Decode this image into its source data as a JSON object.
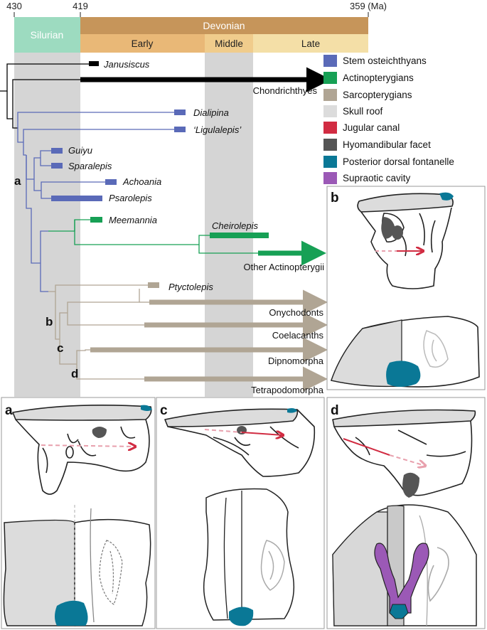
{
  "colors": {
    "stem": "#5a6ab8",
    "actino": "#17a055",
    "sarco": "#b0a594",
    "skull": "#dcdcdc",
    "jugular": "#d12c42",
    "hyomandibular": "#555555",
    "fontanelle": "#0a7896",
    "supraotic": "#9b59b6",
    "silurian": "#9ddbc0",
    "devonian": "#c6955a",
    "early": "#e9b877",
    "middle": "#f0cc8c",
    "late": "#f4dfa7"
  },
  "timescale": {
    "ticks": [
      "430",
      "419",
      "359 (Ma)"
    ],
    "periods": [
      "Silurian",
      "Devonian"
    ],
    "epochs": [
      "Early",
      "Middle",
      "Late"
    ]
  },
  "taxa": {
    "janusiscus": "Janusiscus",
    "chondrichthyes": "Chondrichthyes",
    "dialipina": "Dialipina",
    "ligulalepis": "‘Ligulalepis’",
    "guiyu": "Guiyu",
    "sparalepis": "Sparalepis",
    "achoania": "Achoania",
    "psarolepis": "Psarolepis",
    "meemannia": "Meemannia",
    "cheirolepis": "Cheirolepis",
    "other_actino": "Other Actinopterygii",
    "ptyctolepis": "Ptyctolepis",
    "onychodonts": "Onychodonts",
    "coelacanths": "Coelacanths",
    "dipnomorpha": "Dipnomorpha",
    "tetrapodomorpha": "Tetrapodomorpha"
  },
  "nodes": [
    "a",
    "b",
    "c",
    "d"
  ],
  "legend": [
    {
      "label": "Stem osteichthyans",
      "color_key": "stem"
    },
    {
      "label": "Actinopterygians",
      "color_key": "actino"
    },
    {
      "label": "Sarcopterygians",
      "color_key": "sarco"
    },
    {
      "label": "Skull roof",
      "color_key": "skull"
    },
    {
      "label": "Jugular canal",
      "color_key": "jugular"
    },
    {
      "label": "Hyomandibular facet",
      "color_key": "hyomandibular"
    },
    {
      "label": "Posterior dorsal fontanelle",
      "color_key": "fontanelle"
    },
    {
      "label": "Supraotic cavity",
      "color_key": "supraotic"
    }
  ],
  "panels": [
    "b",
    "a",
    "c",
    "d"
  ]
}
